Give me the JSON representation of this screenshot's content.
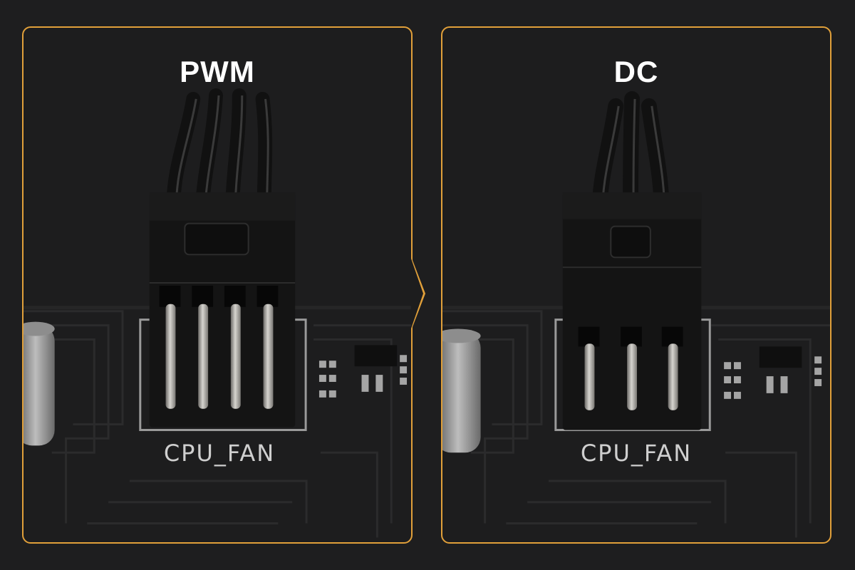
{
  "panels": [
    {
      "title": "PWM",
      "silkscreen": "CPU_FAN",
      "pins": 4,
      "wires": 4
    },
    {
      "title": "DC",
      "silkscreen": "CPU_FAN",
      "pins": 3,
      "wires": 3
    }
  ],
  "colors": {
    "accent_border": "#e1a03a",
    "background": "#1e1e1f",
    "connector": "#151515",
    "pin_metal": "#b9b7b2",
    "label_text": "#ffffff",
    "silkscreen_text": "#cfcfcf"
  }
}
